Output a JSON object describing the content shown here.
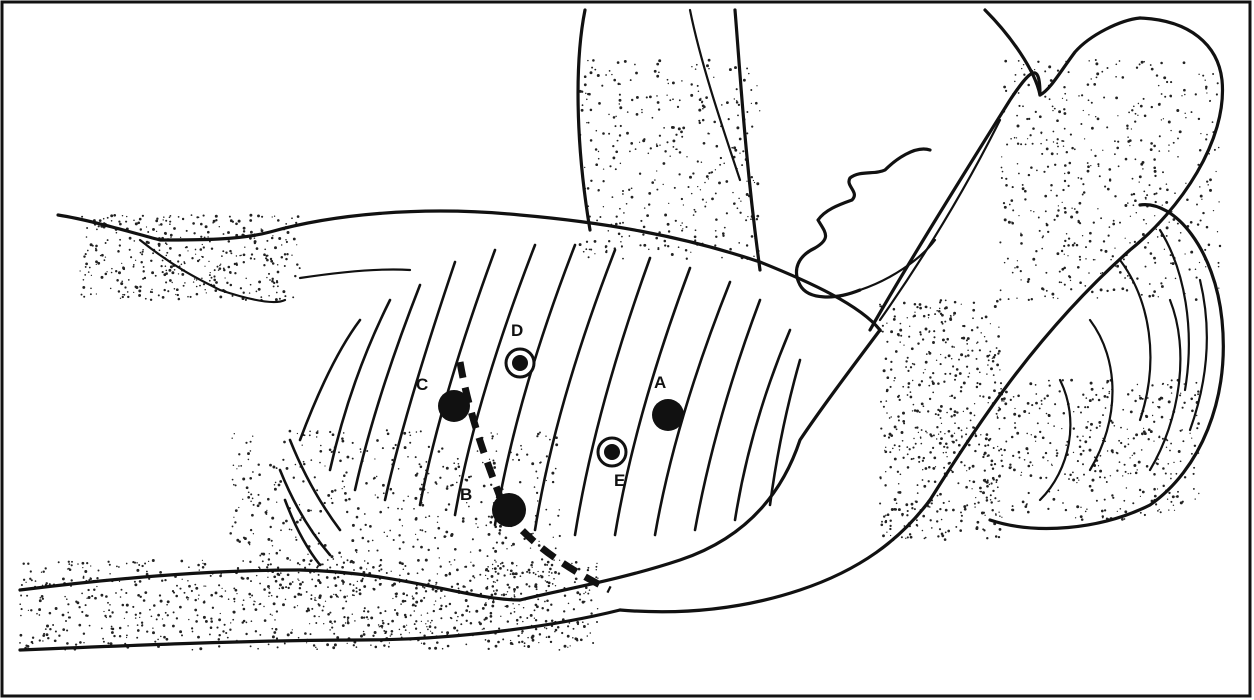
{
  "figure": {
    "markers": [
      {
        "id": "A",
        "label": "A",
        "style": "filled"
      },
      {
        "id": "B",
        "label": "B",
        "style": "filled"
      },
      {
        "id": "C",
        "label": "C",
        "style": "filled"
      },
      {
        "id": "D",
        "label": "D",
        "style": "ring"
      },
      {
        "id": "E",
        "label": "E",
        "style": "ring"
      }
    ],
    "colors": {
      "ink": "#111111",
      "background": "#ffffff"
    }
  }
}
